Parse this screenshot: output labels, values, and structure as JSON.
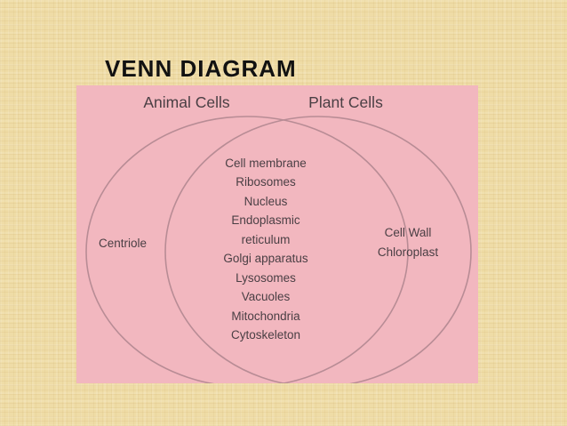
{
  "slide": {
    "title": "VENN DIAGRAM"
  },
  "venn": {
    "left_set": {
      "title": "Animal Cells",
      "items": [
        "Centriole"
      ]
    },
    "right_set": {
      "title": "Plant Cells",
      "items": [
        "Cell Wall",
        "Chloroplast"
      ]
    },
    "intersection": {
      "items": [
        "Cell membrane",
        "Ribosomes",
        "Nucleus",
        "Endoplasmic",
        "reticulum",
        "Golgi apparatus",
        "Lysosomes",
        "Vacuoles",
        "Mitochondria",
        "Cytoskeleton"
      ]
    }
  },
  "colors": {
    "diagram_background": "#f2b7bf",
    "circle_stroke": "#b88c95",
    "label_text": "#4a3f44"
  }
}
